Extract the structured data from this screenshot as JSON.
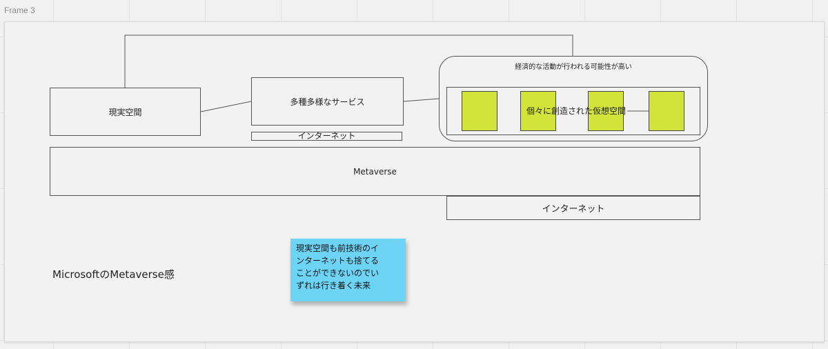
{
  "frame": {
    "label": "Frame 3"
  },
  "diagram": {
    "real_space": "現実空間",
    "services": "多種多様なサービス",
    "internet_top": "インターネット",
    "group_title": "経済的な活動が行われる可能性が高い",
    "virtual_spaces": "個々に創造された仮想空間",
    "metaverse": "Metaverse",
    "internet_bottom": "インターネット"
  },
  "sticky_note": {
    "lines": [
      "現実空間も前技術のイ",
      "ンターネットも捨てる",
      "ことができないのでい",
      "ずれは行き着く未来"
    ]
  },
  "caption": "MicrosoftのMetaverse感",
  "colors": {
    "sticky": "#6dd4f6",
    "square_fill": "#d2e339"
  }
}
